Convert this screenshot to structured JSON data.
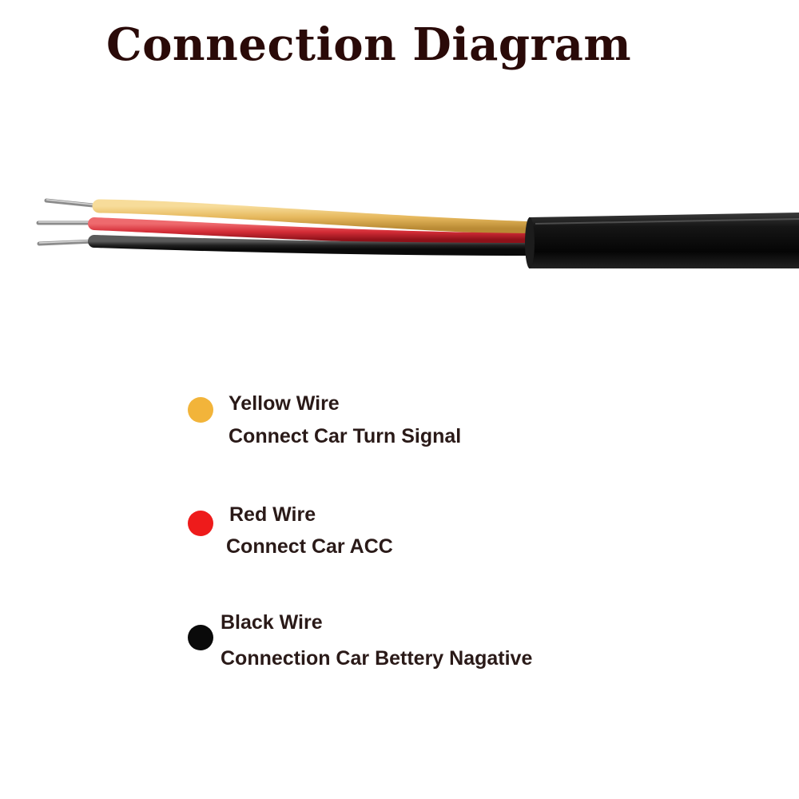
{
  "title": "Connection Diagram",
  "wires": [
    {
      "color_name": "yellow",
      "color": "#f2b43a",
      "label": "Yellow Wire",
      "description": "Connect Car Turn Signal"
    },
    {
      "color_name": "red",
      "color": "#ee1b1b",
      "label": "Red Wire",
      "description": "Connect Car ACC"
    },
    {
      "color_name": "black",
      "color": "#0a0a0a",
      "label": "Black Wire",
      "description": "Connection Car Bettery Nagative"
    }
  ],
  "cable": {
    "jacket_color": "#111111",
    "conductor_color": "#a9a9a9",
    "yellow_insulation": "#e9c06a",
    "red_insulation": "#d4333a",
    "black_insulation": "#2a2a2a"
  }
}
